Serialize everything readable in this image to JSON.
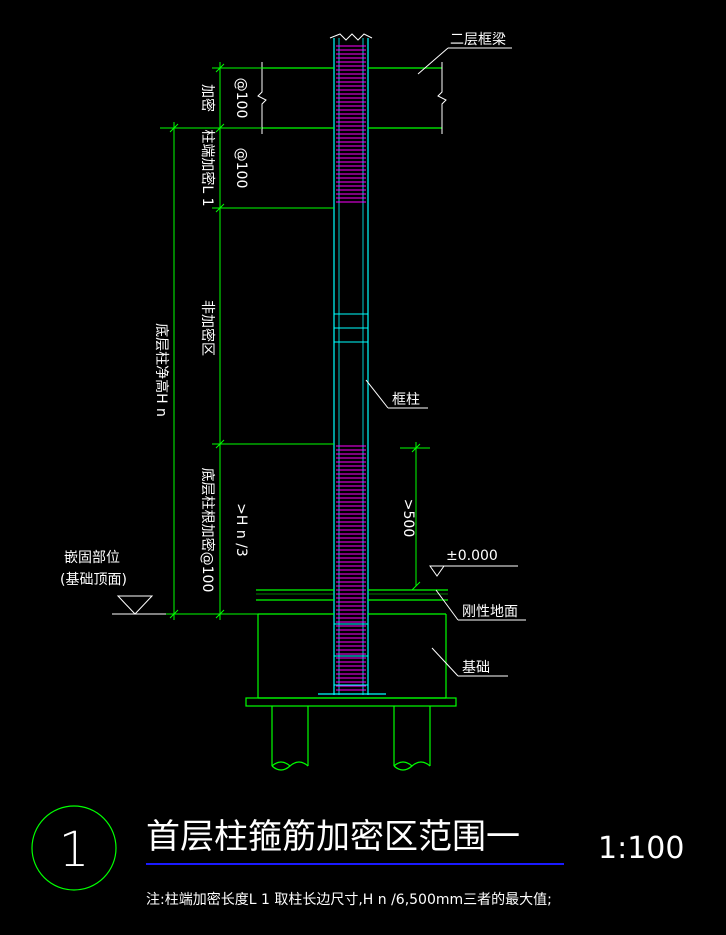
{
  "labels": {
    "second_floor_beam": "二层框梁",
    "frame_column": "框柱",
    "elevation": "±0.000",
    "rigid_ground": "刚性地面",
    "foundation": "基础",
    "embed_position_line1": "嵌固部位",
    "embed_position_line2": "(基础顶面)",
    "ge500": ">500"
  },
  "vertical_labels": {
    "densify": "加密",
    "spacing_top": "@100",
    "column_end_densify": "柱端加密L 1",
    "spacing_mid": "@100",
    "non_densify": "非加密区",
    "clear_height": "底层柱净高H n",
    "base_densify": "底层柱根加密@100",
    "ge_hn3": ">H n /3"
  },
  "title_block": {
    "number": "1",
    "title": "首层柱箍筋加密区范围一",
    "scale": "1:100",
    "note": "注:柱端加密长度L 1 取柱长边尺寸,H n /6,500mm三者的最大值;"
  },
  "colors": {
    "green": "#00ff00",
    "cyan": "#00ffff",
    "magenta": "#ff00ff",
    "white": "#ffffff",
    "blue": "#1a1aff",
    "background": "#000000"
  }
}
